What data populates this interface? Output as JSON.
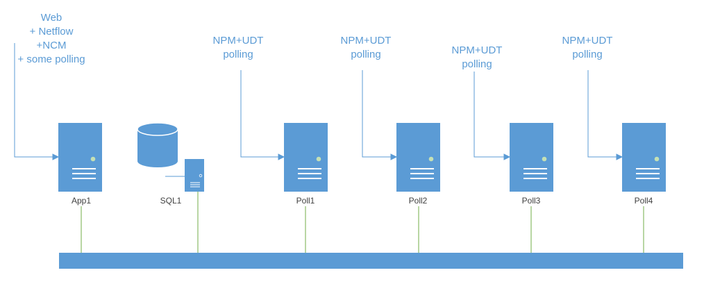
{
  "annotations": {
    "app1": [
      "Web",
      "+ Netflow",
      "+NCM",
      "+ some polling"
    ],
    "poll1": [
      "NPM+UDT",
      "polling"
    ],
    "poll2": [
      "NPM+UDT",
      "polling"
    ],
    "poll3": [
      "NPM+UDT",
      "polling"
    ],
    "poll4": [
      "NPM+UDT",
      "polling"
    ]
  },
  "servers": {
    "app1": "App1",
    "sql1": "SQL1",
    "poll1": "Poll1",
    "poll2": "Poll2",
    "poll3": "Poll3",
    "poll4": "Poll4"
  },
  "colors": {
    "server_fill": "#5b9bd5",
    "annotation_text": "#5b9bd5",
    "connector_line": "#5b9bd5",
    "network_link": "#70ad47",
    "status_led": "#c5e0b4",
    "label_text": "#404040"
  }
}
